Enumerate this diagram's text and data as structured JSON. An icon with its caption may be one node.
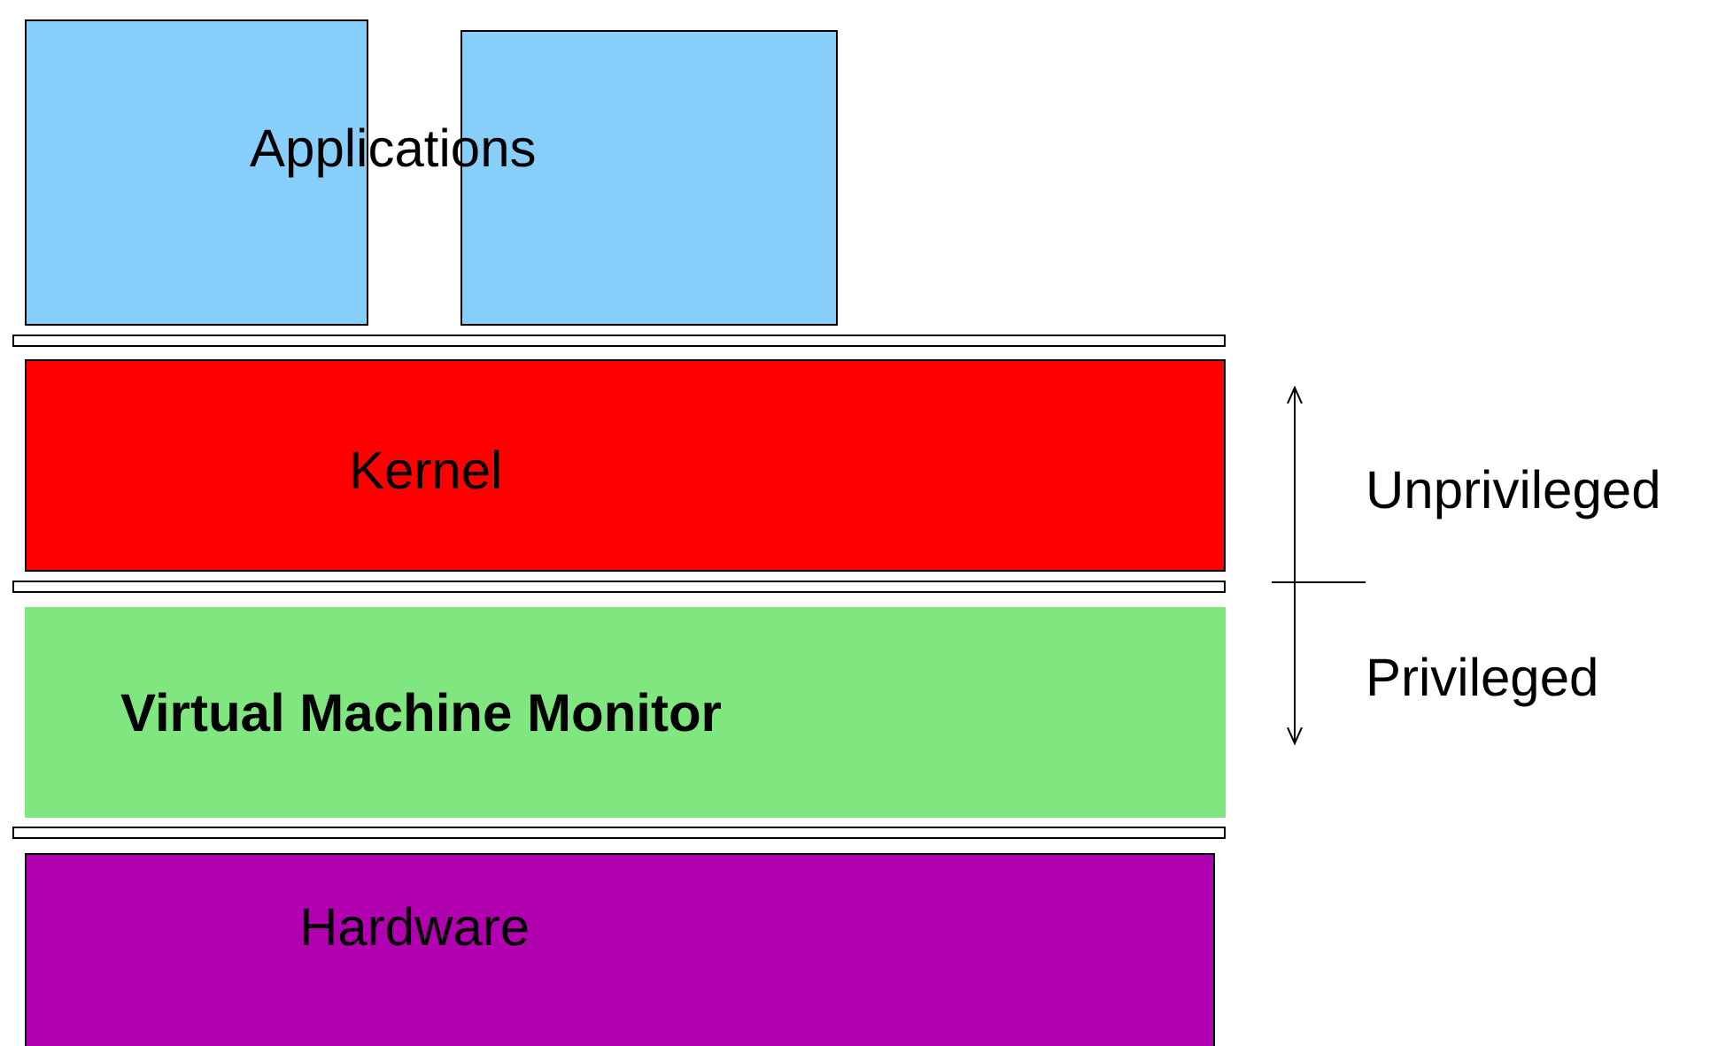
{
  "diagram": {
    "nodes": [
      {
        "text": [],
        "shape": "box"
      },
      {
        "text": [],
        "shape": "box"
      },
      {
        "text": [
          "Kernel"
        ]
      },
      {
        "text": [
          "Virtual Machine Monitor"
        ]
      },
      {
        "text": [
          "Hardware"
        ]
      }
    ],
    "labels": [
      "Applications",
      "Unprivileged",
      "Privileged"
    ]
  }
}
